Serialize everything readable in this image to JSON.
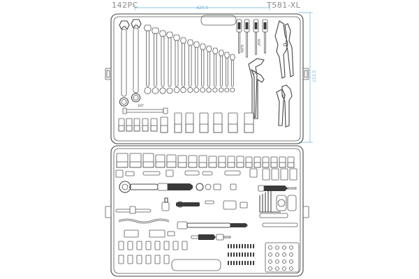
{
  "header": {
    "piece_count": "142PC",
    "model": "T581-XL"
  },
  "dimensions": {
    "width_label": "420.0",
    "height_label": "153.5"
  },
  "markings": {
    "screwdriver": "SL/PH",
    "tester": "VOLT",
    "extension": "EXT"
  }
}
